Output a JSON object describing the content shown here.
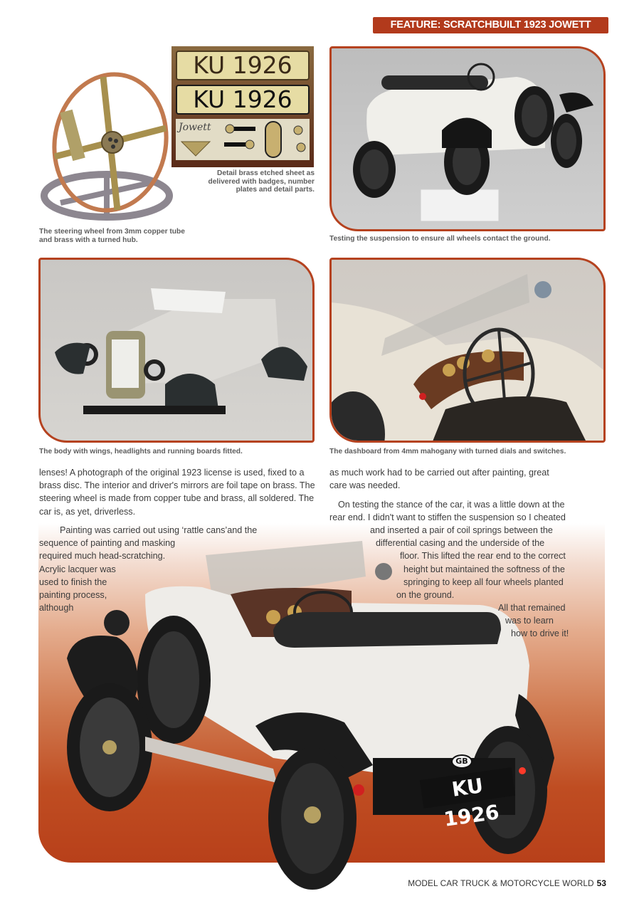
{
  "header": {
    "feature_banner": "FEATURE: SCRATCHBUILT 1923 JOWETT",
    "banner_color": "#b23a1c"
  },
  "photos": {
    "steering_wheel": {
      "caption": "The steering wheel from 3mm copper tube and brass with a turned hub."
    },
    "etched_sheet": {
      "caption": "Detail brass etched sheet as delivered with badges, number plates and detail parts.",
      "plate_text_1": "KU 1926",
      "plate_text_2": "KU 1926",
      "badge_text": "Jowett"
    },
    "suspension_test": {
      "caption": "Testing the suspension to ensure all wheels contact the ground."
    },
    "body_wings": {
      "caption": "The body with wings, headlights and running boards fitted."
    },
    "dashboard": {
      "caption": "The dashboard from 4mm mahogany with turned dials and switches."
    },
    "main_car": {
      "gb_badge": "GB",
      "number_plate": "KU 1926"
    }
  },
  "article": {
    "col1_para1": "lenses! A photograph of the original 1923 license is used, fixed to a brass disc. The interior and driver's mirrors are foil tape on brass. The steering wheel is made from copper tube and brass, all soldered. The car is, as yet, driverless.",
    "col1_para2_lines": [
      "Painting was carried out using ‘rattle cans’and the",
      "sequence of painting and masking",
      "required much head-scratching.",
      "Acrylic lacquer was",
      "used to finish the",
      "painting process,",
      "although"
    ],
    "col2_para1": "as much work had to be carried out after painting, great care was needed.",
    "col2_para2_line1": "On testing the stance of the car, it was a little down at the",
    "col2_para2_line2": "rear end. I didn't want to stiffen the suspension so I cheated",
    "col2_para2_wrapped": [
      "and inserted a pair of coil springs between the",
      "differential casing and the underside of the",
      "floor. This lifted the rear end to the correct",
      "height but maintained the softness of the",
      "springing to keep all four wheels planted",
      "on the ground."
    ],
    "col2_para3_lines": [
      "All that remained",
      "was to learn",
      "how to drive it!"
    ]
  },
  "footer": {
    "magazine": "MODEL CAR TRUCK & MOTORCYCLE WORLD",
    "page_number": "53"
  },
  "colors": {
    "frame_border": "#b5421f",
    "panel_gradient_bottom": "#b8401a"
  }
}
